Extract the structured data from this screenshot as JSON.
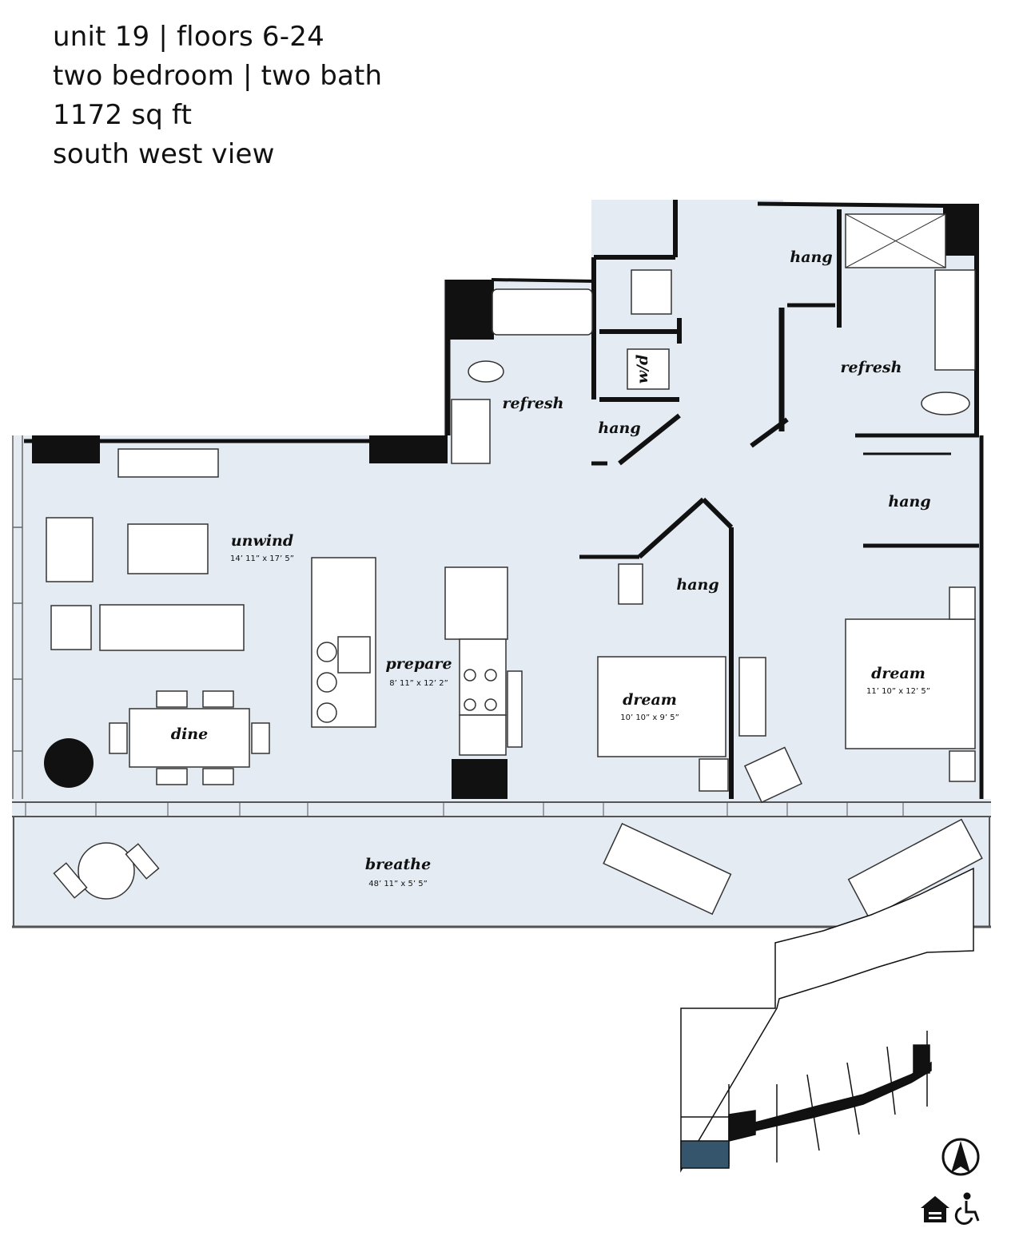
{
  "header": {
    "line1": "unit 19 | floors 6-24",
    "line2": "two bedroom | two bath",
    "line3": "1172 sq ft",
    "line4": "south west view"
  },
  "rooms": {
    "unwind": {
      "name": "unwind",
      "dims": "14’ 11” x 17’ 5”"
    },
    "prepare": {
      "name": "prepare",
      "dims": "8’ 11” x 12’ 2”"
    },
    "dine": {
      "name": "dine"
    },
    "dream1": {
      "name": "dream",
      "dims": "10’ 10” x 9’ 5”"
    },
    "dream2": {
      "name": "dream",
      "dims": "11’ 10” x 12’ 5”"
    },
    "breathe": {
      "name": "breathe",
      "dims": "48’ 11” x 5’ 5”"
    },
    "refresh1": {
      "name": "refresh"
    },
    "refresh2": {
      "name": "refresh"
    },
    "wd": {
      "name": "w/d"
    },
    "hang1": {
      "name": "hang"
    },
    "hang2": {
      "name": "hang"
    },
    "hang3": {
      "name": "hang"
    },
    "hang4": {
      "name": "hang"
    }
  },
  "colors": {
    "floor": "#e4ebf2",
    "wall": "#111111",
    "unit_highlight": "#34556c"
  },
  "icons": [
    "north-arrow-icon",
    "equal-housing-icon",
    "accessibility-icon"
  ]
}
